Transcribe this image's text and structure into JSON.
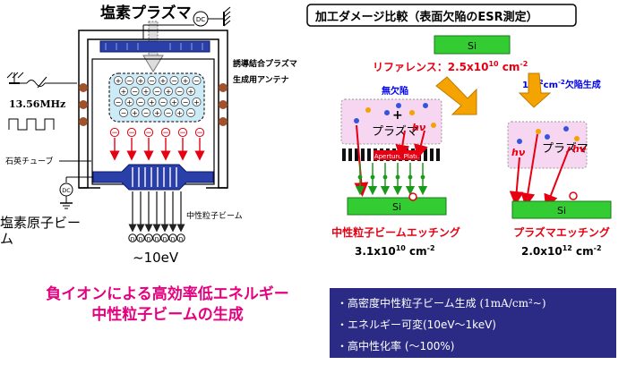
{
  "left_diagram": {
    "title": "塩素プラズマ",
    "rf_label": "13.56MHz",
    "dc_label": "DC",
    "antenna_label_1": "誘導結合プラズマ",
    "antenna_label_2": "生成用アンテナ",
    "quartz_label": "石英チューブ",
    "beam_label": "中性粒子ビーム",
    "atom_beam_label_1": "塩素原子ビー",
    "atom_beam_label_2": "ム",
    "energy_label": "~10eV",
    "plus_symbol": "+",
    "minus_symbol": "−",
    "neutral_symbol": "n"
  },
  "right_diagram": {
    "title": "加工ダメージ比較（表面欠陥のESR測定）",
    "si_label": "Si",
    "reference_text": "リファレンス：2.5x10",
    "reference_exp": "10",
    "reference_unit": " cm",
    "reference_unit_exp": "-2",
    "defect_gen_base": "10",
    "defect_gen_exp": "12",
    "defect_gen_unit": "cm",
    "defect_gen_unit_exp": "-2",
    "defect_gen_suffix": "欠陥生成",
    "no_defect_label": "無欠陥",
    "plasma_label": "プラズマ",
    "hv_label": "hν",
    "aperture_label": "Aperture Plate",
    "nb_etch_title": "中性粒子ビームエッチング",
    "nb_etch_value": "3.1x10",
    "nb_etch_exp": "10",
    "nb_etch_unit": " cm",
    "nb_etch_unit_exp": "-2",
    "pl_etch_title": "プラズマエッチング",
    "pl_etch_value": "2.0x10",
    "pl_etch_exp": "12",
    "pl_etch_unit": " cm",
    "pl_etch_unit_exp": "-2"
  },
  "summary": {
    "line1": "負イオンによる高効率低エネルギー",
    "line2": "中性粒子ビームの生成"
  },
  "features": {
    "item1": "・高密度中性粒子ビーム生成",
    "item1_detail": " (1mA/cm²~)",
    "item2": "・エネルギー可変(10eV～1keV)",
    "item3": "・高中性化率 (～100%)"
  },
  "colors": {
    "accent_red": "#e60012",
    "accent_blue": "#0000ee",
    "si_green": "#33cc33",
    "plate_blue": "#2a3fa8",
    "plasma_blue": "#cdeaf7",
    "plasma_pink": "#f6d6f0",
    "feature_bg": "#2b2b86",
    "summary_magenta": "#e4007f",
    "orange": "#f4a300"
  }
}
